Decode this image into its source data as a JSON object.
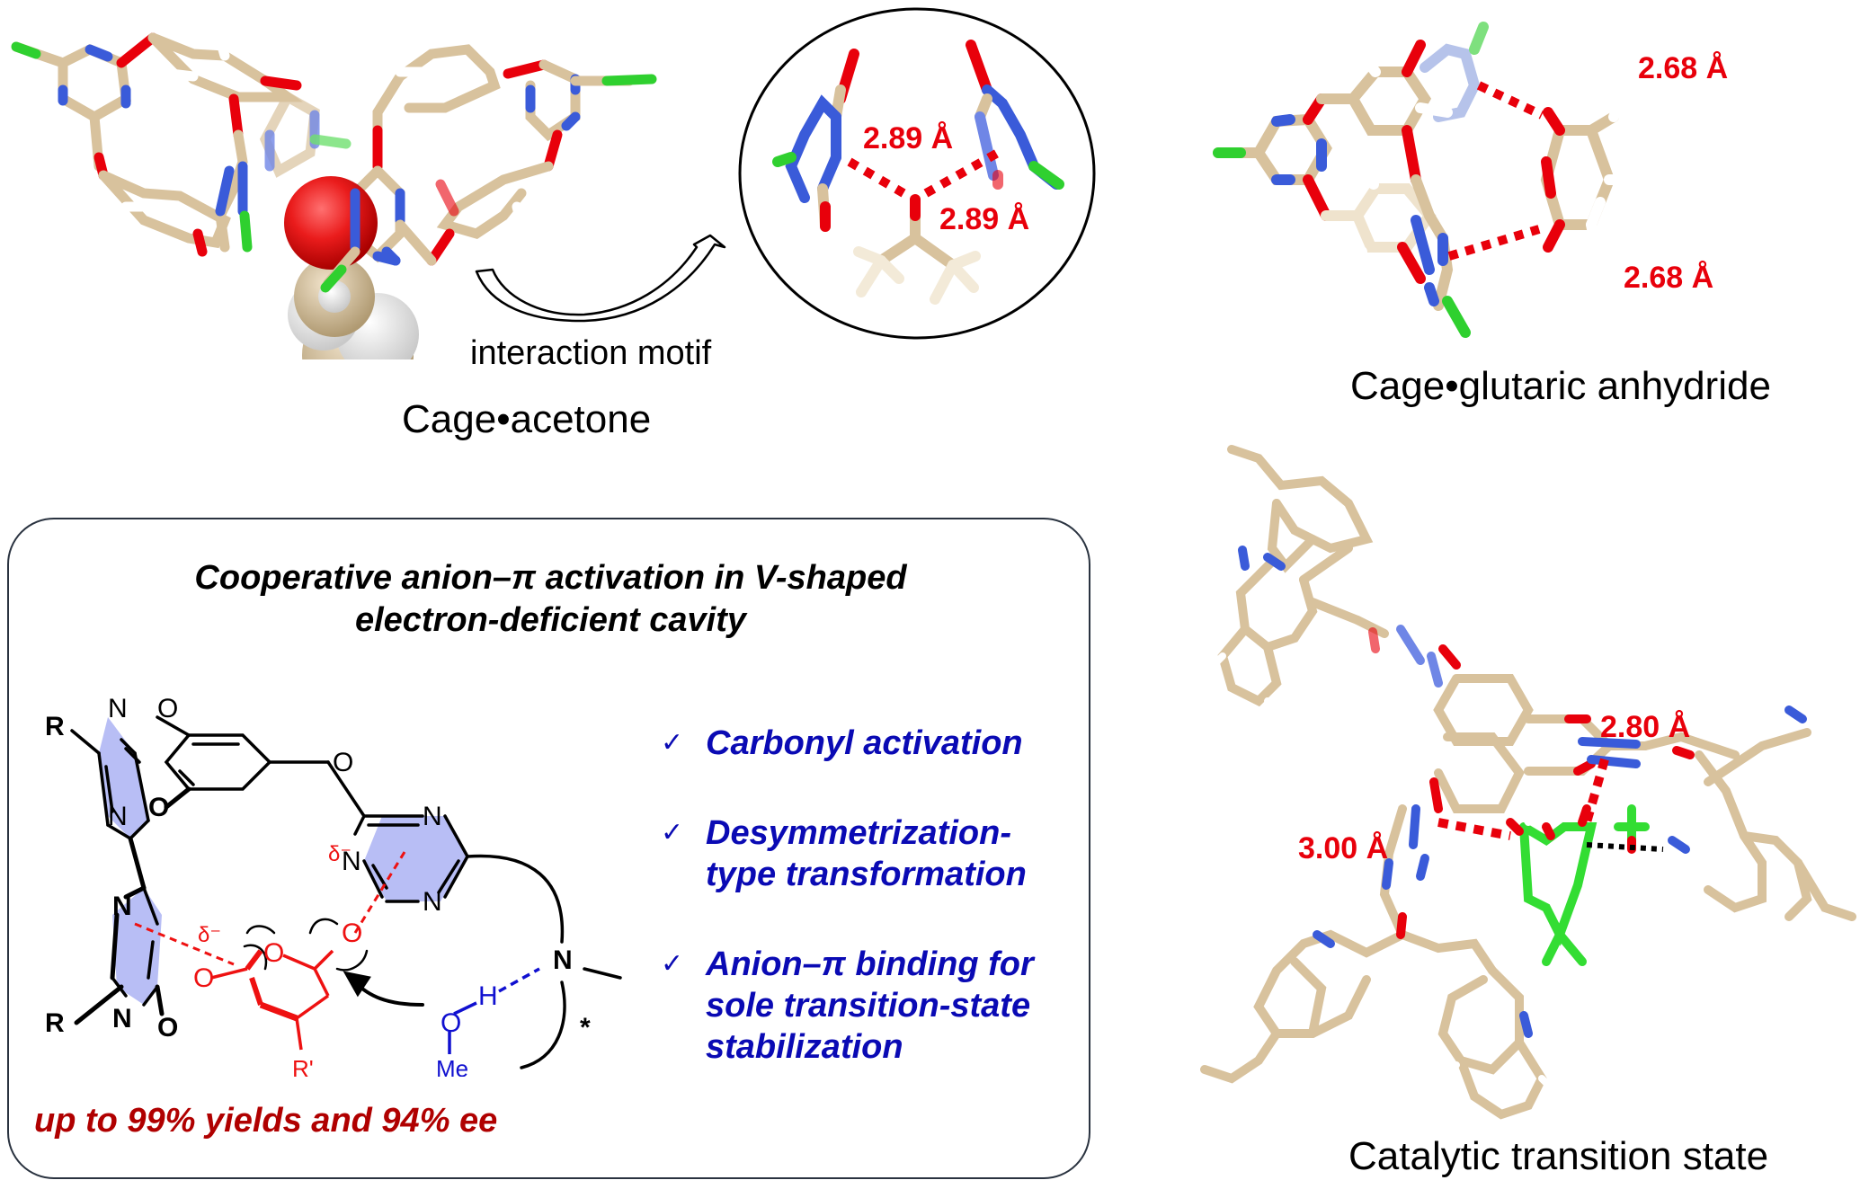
{
  "figure": {
    "top_left": {
      "caption": "Cage•acetone",
      "arrow_label": "interaction motif",
      "motif_distances": [
        "2.89 Å",
        "2.89 Å"
      ]
    },
    "top_right": {
      "caption": "Cage•glutaric anhydride",
      "distances": [
        "2.68 Å",
        "2.68 Å"
      ]
    },
    "bottom_right": {
      "caption": "Catalytic transition state",
      "distances": [
        "2.80 Å",
        "3.00 Å"
      ]
    },
    "panel": {
      "title_line1": "Cooperative anion–π activation in V-shaped",
      "title_line2": "electron-deficient cavity",
      "checklist": [
        {
          "icon": "checkmark-icon",
          "lines": [
            "Carbonyl activation"
          ]
        },
        {
          "icon": "checkmark-icon",
          "lines": [
            "Desymmetrization-",
            "type transformation"
          ]
        },
        {
          "icon": "checkmark-icon",
          "lines": [
            "Anion–π binding for",
            "sole transition-state",
            "stabilization"
          ]
        }
      ],
      "check_glyph": "✓",
      "yield_text": "up to 99% yields and 94% ee",
      "scheme_labels": {
        "R_top": "R",
        "R_bottom": "R",
        "N": "N",
        "O": "O",
        "delta_minus": "δ⁻",
        "R_prime": "R'",
        "H": "H",
        "Me": "Me",
        "star": "*"
      }
    },
    "colors": {
      "carbon": "#d8c29d",
      "oxygen": "#e8000b",
      "nitrogen": "#3a5bd9",
      "chlorine": "#2fd02f",
      "hydrogen": "#ffffff",
      "distance_label": "#e8000b",
      "checklist_text": "#0a0ab4",
      "yield_text": "#b00000",
      "triazine_fill": "#b8bef5",
      "anhydride": "#ee1111",
      "methanol": "#1010d0",
      "panel_border": "#2a3340"
    }
  }
}
